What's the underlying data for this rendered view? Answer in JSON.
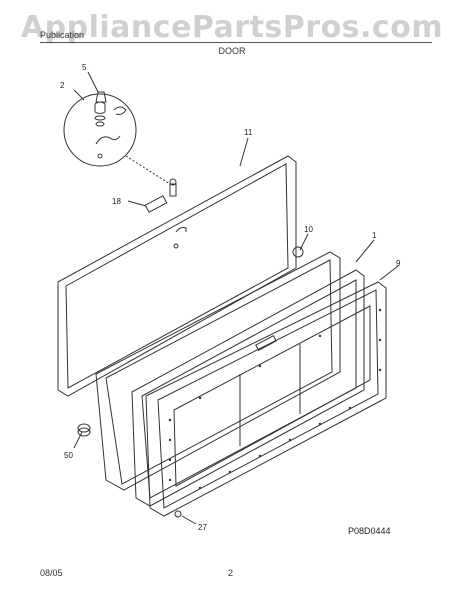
{
  "watermark": "AppliancePartsPros.com",
  "header": {
    "publication": "Publication",
    "title": "DOOR"
  },
  "footer": {
    "date": "08/05",
    "page": "2"
  },
  "drawing_code": "P08D0444",
  "callouts": {
    "c2": "2",
    "c5": "5",
    "c11": "11",
    "c18": "18",
    "c10": "10",
    "c1": "1",
    "c9": "9",
    "c50": "50",
    "c27": "27"
  },
  "colors": {
    "line": "#333333",
    "watermark": "#aaaaaa"
  }
}
